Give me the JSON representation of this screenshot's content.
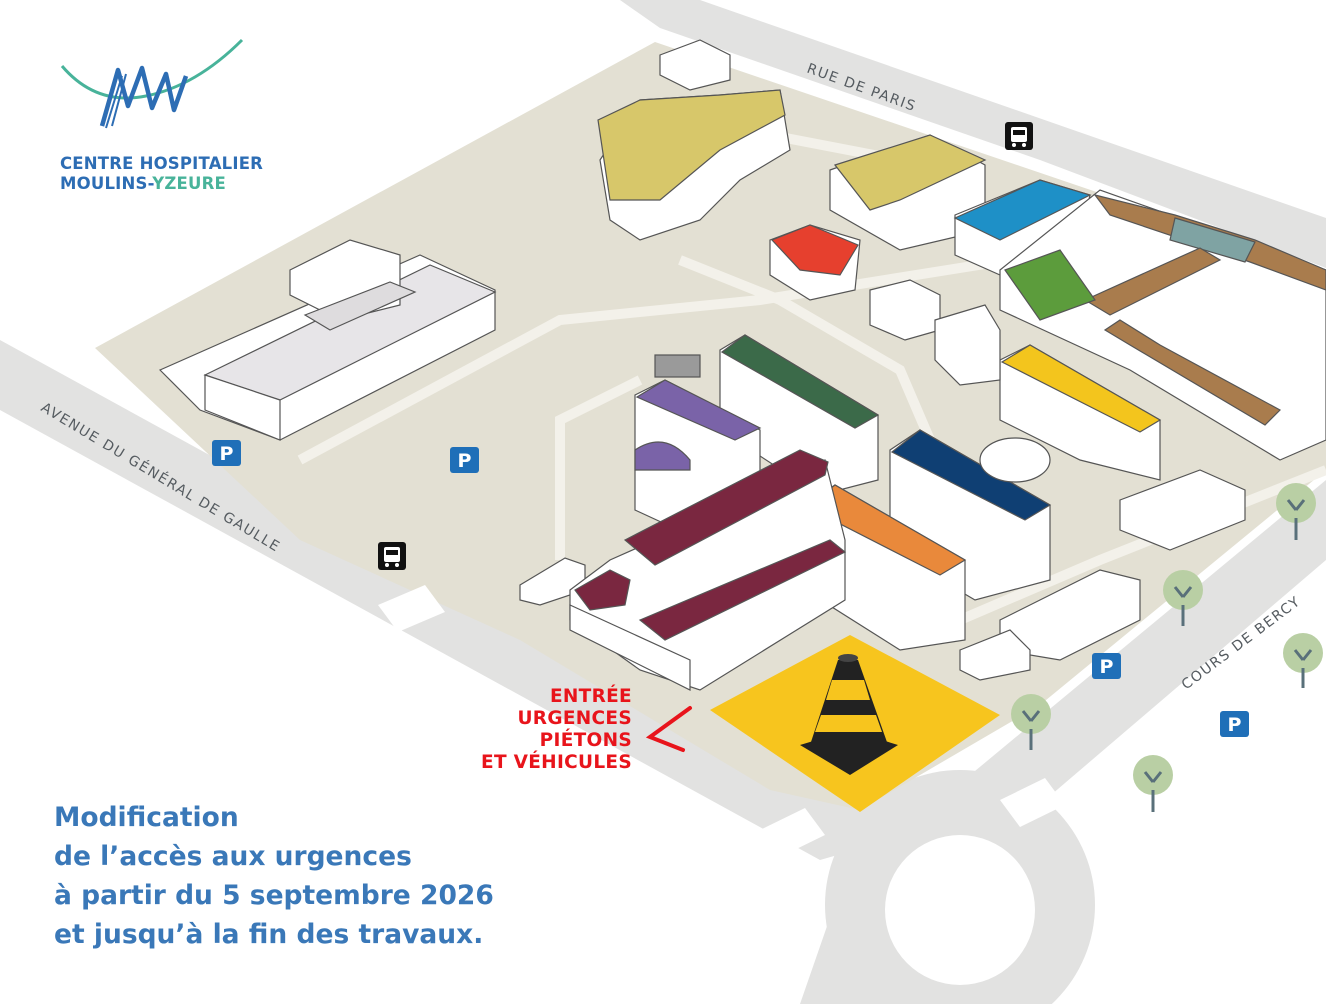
{
  "logo": {
    "name_line1": "CENTRE HOSPITALIER",
    "name_line2_main": "MOULINS-",
    "name_line2_accent": "YZEURE",
    "colors": {
      "blue": "#2d6db4",
      "green": "#48b39a"
    }
  },
  "roads": {
    "north": "RUE DE PARIS",
    "west": "AVENUE DU GÉNÉRAL DE GAULLE",
    "east": "COURS DE BERCY"
  },
  "markers": {
    "parking_label": "P",
    "parking_icon": "parking-icon",
    "bus_icon": "bus-stop-icon",
    "tree_icon": "tree-icon",
    "cone_icon": "traffic-cone-icon",
    "arrow_icon": "arrow-icon"
  },
  "entry": {
    "lines": [
      "ENTRÉE",
      "URGENCES",
      "PIÉTONS",
      "ET VÉHICULES"
    ],
    "color": "#e8141b"
  },
  "message": {
    "lines": [
      "Modification",
      "de l’accès aux urgences",
      "à partir du 5 septembre 2026",
      "et jusqu’à la fin des travaux."
    ],
    "color": "#3a78b8"
  },
  "colors": {
    "road": "#e2e2e1",
    "ground": "#e3e0d3",
    "building": "#ffffff",
    "works_zone": "#f7c51e",
    "parking": "#1f6fb8",
    "tree": "#b9cfa4"
  }
}
